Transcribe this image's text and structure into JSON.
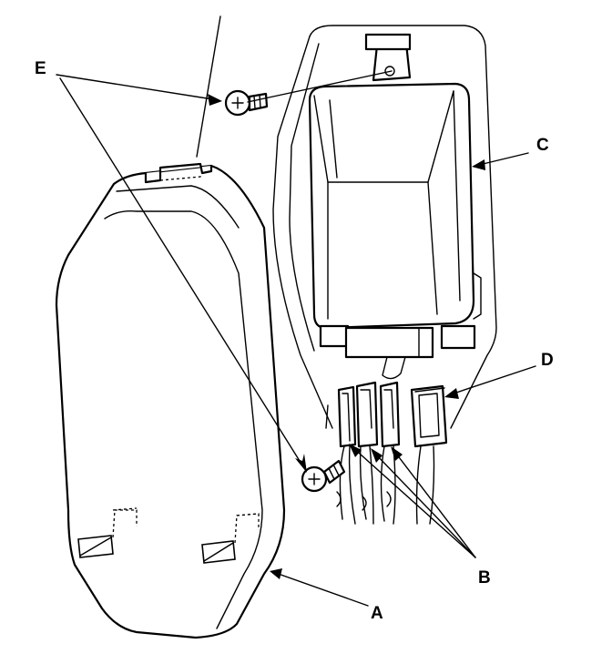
{
  "labels": {
    "a": "A",
    "b": "B",
    "c": "C",
    "d": "D",
    "e": "E"
  },
  "colors": {
    "stroke": "#000000",
    "background": "#ffffff"
  }
}
